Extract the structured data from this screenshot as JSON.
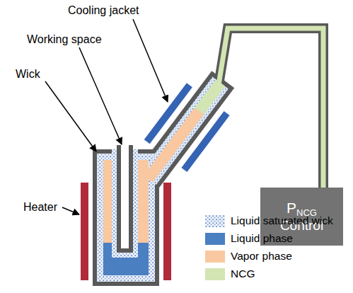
{
  "diagram": {
    "nodes": [
      {
        "text": [
          "P",
          "NCG",
          "Control"
        ]
      }
    ],
    "labels": [
      "Cooling jacket",
      "Working space",
      "Wick",
      "Heater"
    ],
    "legend": [
      {
        "text": "Liquid saturated wick"
      },
      {
        "text": "Liquid phase",
        "color": "#4a7fc1"
      },
      {
        "text": "Vapor phase",
        "color": "#f9c8a0"
      },
      {
        "text": "NCG",
        "color": "#d3e5b3"
      }
    ]
  }
}
